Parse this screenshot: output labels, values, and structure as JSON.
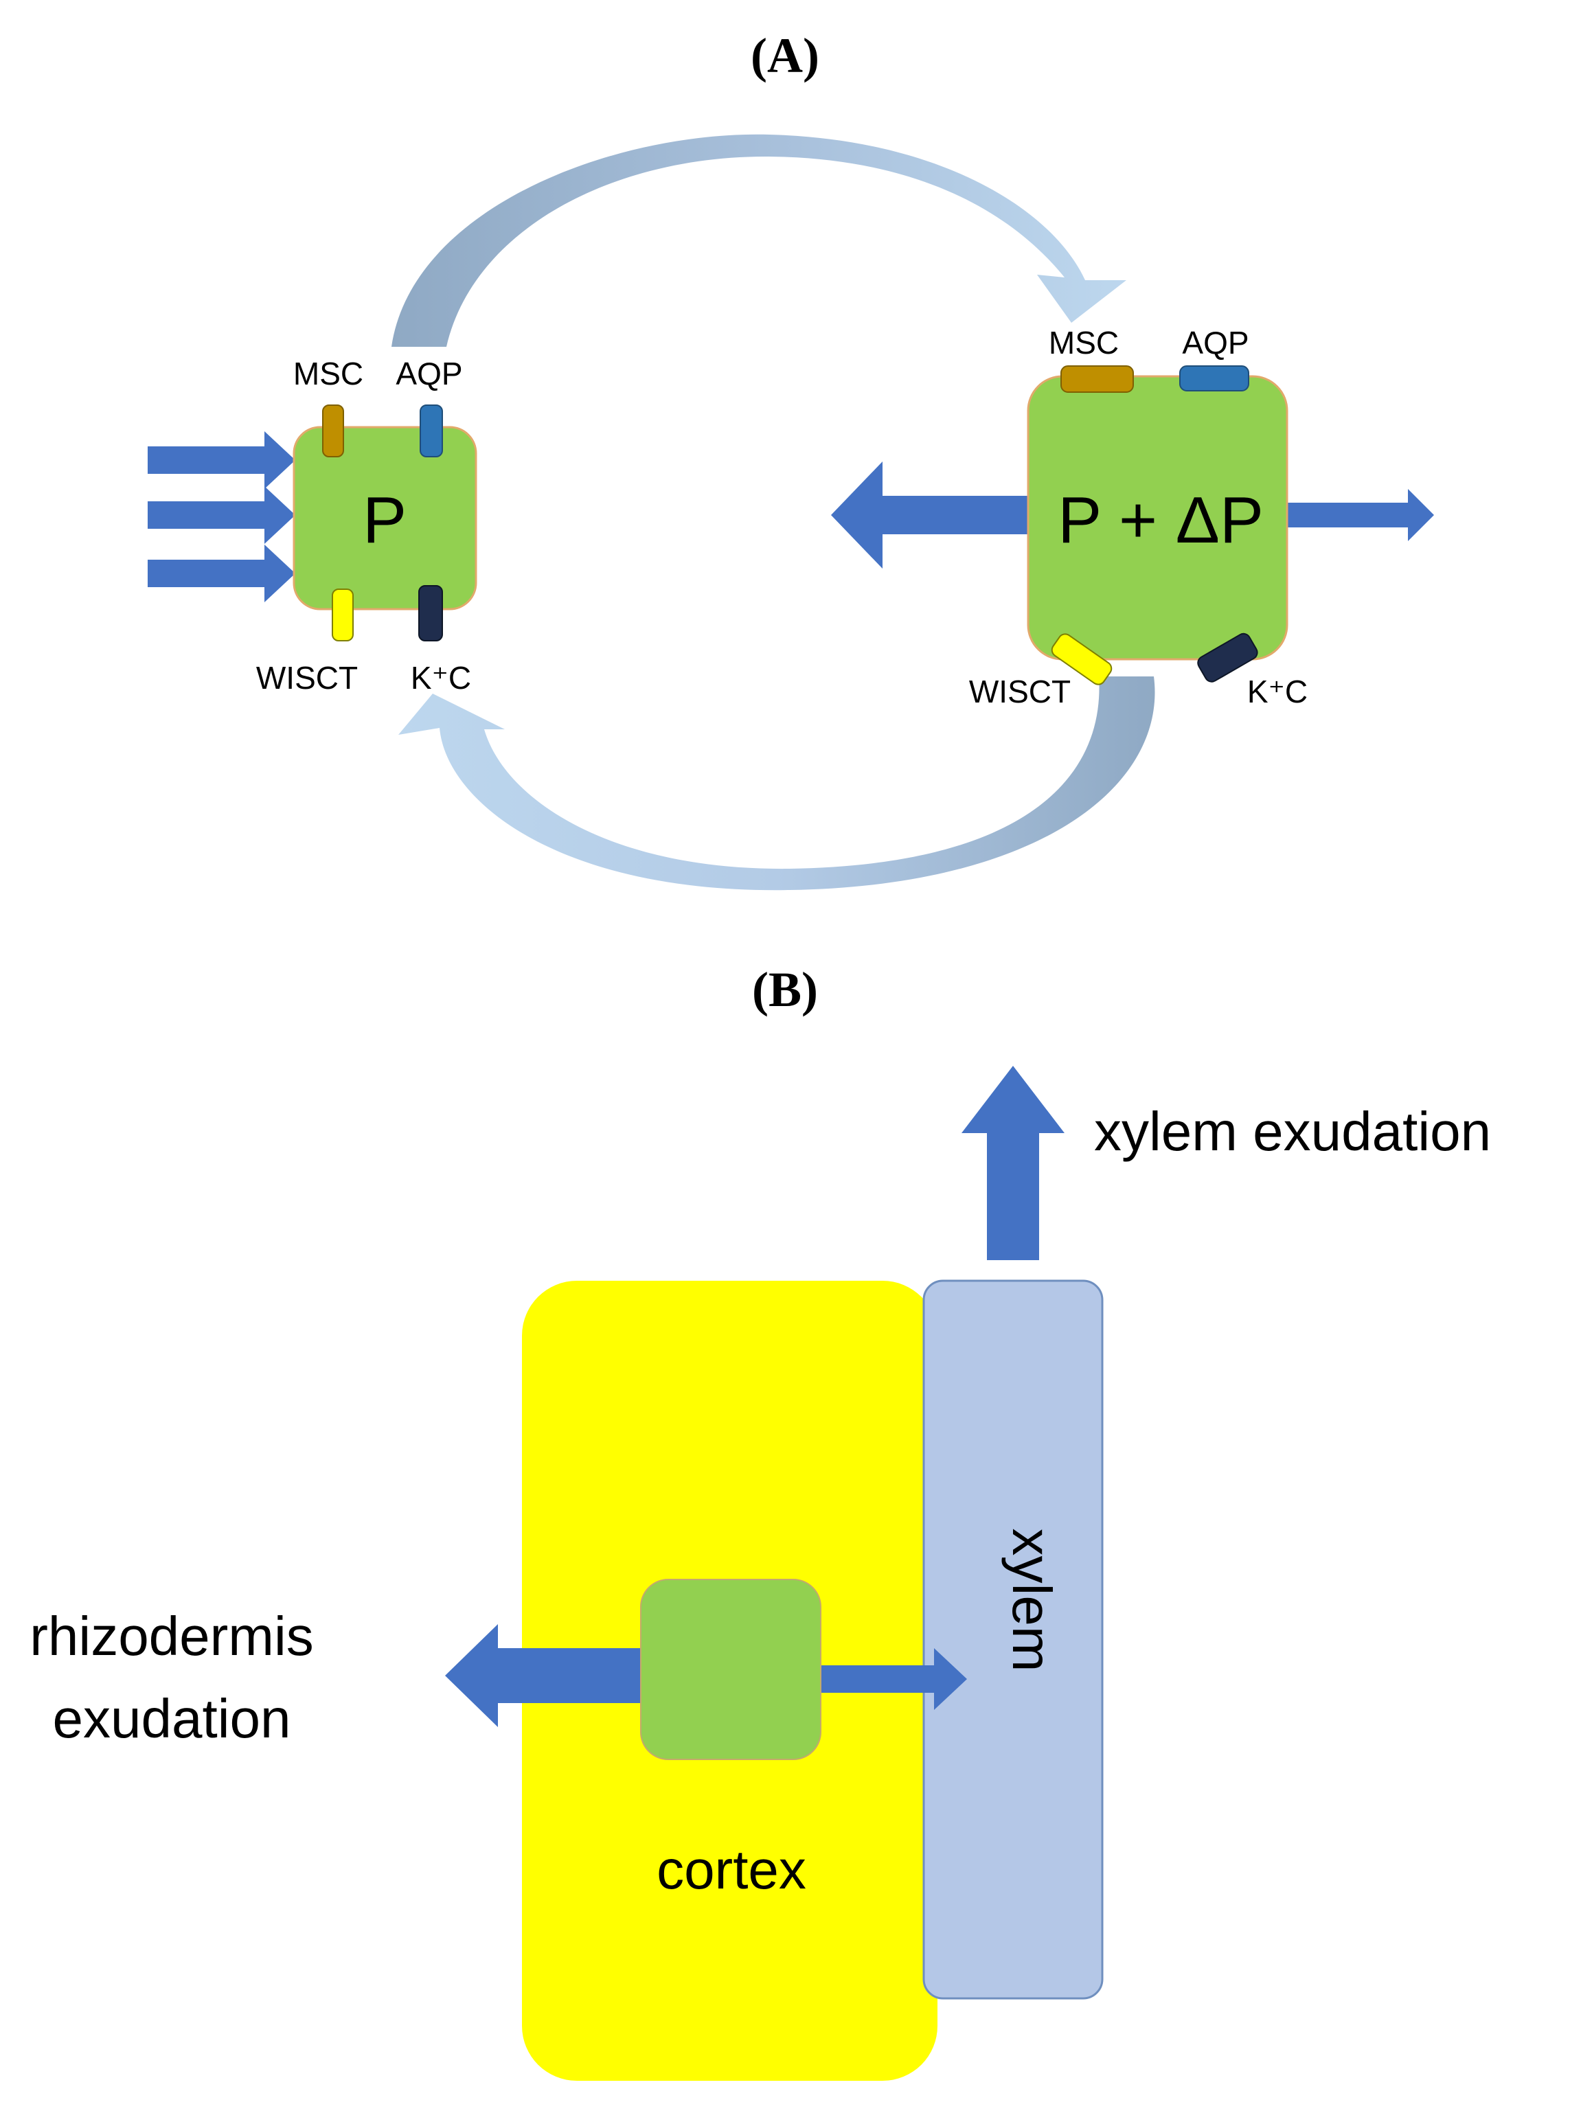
{
  "panel_a": {
    "label": "(A)",
    "cell_left": {
      "text": "P",
      "channels": {
        "msc": "MSC",
        "aqp": "AQP",
        "wisct": "WISCT",
        "kc": "K⁺C"
      }
    },
    "cell_right": {
      "text": "P + ΔP",
      "channels": {
        "msc": "MSC",
        "aqp": "AQP",
        "wisct": "WISCT",
        "kc": "K⁺C"
      }
    }
  },
  "panel_b": {
    "label": "(B)",
    "xylem_exudation": "xylem exudation",
    "rhizodermis_line1": "rhizodermis",
    "rhizodermis_line2": "exudation",
    "cortex": "cortex",
    "xylem": "xylem"
  },
  "colors": {
    "cell_green": "#92d050",
    "arrow_blue": "#4472c4",
    "cycle_light": "#bdd7ee",
    "cycle_dark": "#8fa9c4",
    "msc_brown": "#bf8f00",
    "aqp_blue": "#2e75b6",
    "wisct_yellow": "#ffff00",
    "kc_dark": "#1f2d4d",
    "cortex_yellow": "#ffff00",
    "xylem_lavender": "#b4c7e7"
  }
}
